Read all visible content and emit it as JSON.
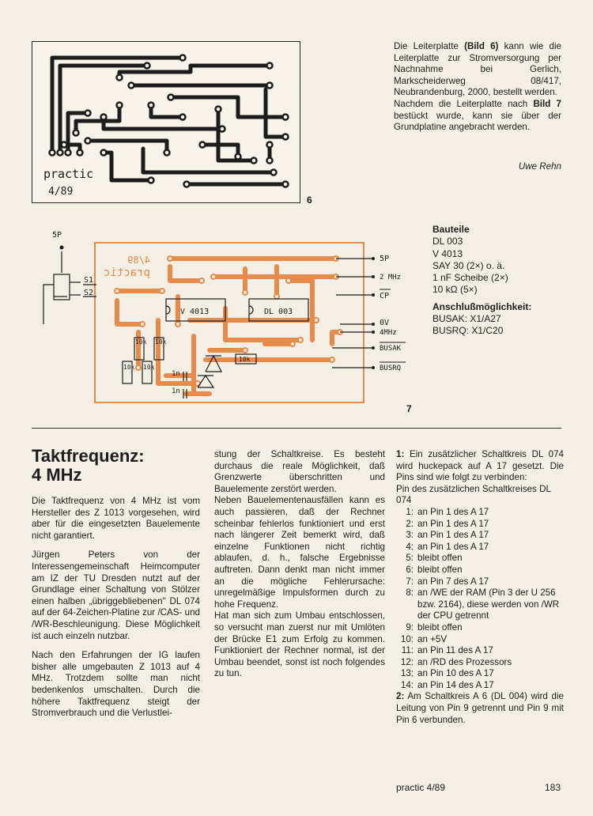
{
  "pcb_figure": {
    "label_line1": "practic",
    "label_line2": "4/89",
    "number": "6"
  },
  "intro": {
    "p1_a": "Die Leiterplatte ",
    "p1_bold": "(Bild 6)",
    "p1_b": " kann wie die Leiterplatte zur Stromversorgung per Nachnahme bei Gerlich, Markscheiderweg 08/417, Neubrandenburg, 2000, bestellt werden.",
    "p2_a": "Nachdem die Leiterplatte nach ",
    "p2_bold": "Bild 7",
    "p2_b": " bestückt wurde, kann sie über der Grundplatine angebracht werden.",
    "author": "Uwe Rehn"
  },
  "schematic": {
    "number": "7",
    "top_terminal": "5P",
    "switch1": "S1",
    "switch2": "S2",
    "mirror_label_1": "practic",
    "mirror_label_2": "4/89",
    "ic1": "V 4013",
    "ic2": "DL 003",
    "r1": "10k",
    "r2": "10k",
    "r3": "10k",
    "r4": "10k",
    "r5": "10k",
    "c1": "1n",
    "c2": "1n",
    "pins": [
      "5P",
      "2 MHz",
      "CP",
      "0V",
      "4MHz",
      "BUSAK",
      "BUSRQ"
    ]
  },
  "parts": {
    "heading": "Bauteile",
    "items": [
      "DL 003",
      "V 4013",
      "SAY 30 (2×) o. ä.",
      "1 nF Scheibe (2×)",
      "10 kΩ (5×)"
    ],
    "conn_heading": "Anschlußmöglichkeit:",
    "conn_items": [
      "BUSAK: X1/A27",
      "BUSRQ: X1/C20"
    ]
  },
  "article": {
    "title_line1": "Taktfrequenz:",
    "title_line2": "4 MHz",
    "col1": [
      "Die Taktfrequenz von 4 MHz ist vom Hersteller des Z 1013 vorgesehen, wird aber für die eingesetzten Bauelemente nicht garantiert.",
      "Jürgen Peters von der Interessengemeinschaft Heimcomputer am IZ der TU Dresden nutzt auf der Grundlage einer Schaltung von Stölzer einen halben „übriggebliebenen\" DL 074 auf der 64-Zeichen-Platine zur /CAS- und /WR-Beschleunigung. Diese Möglichkeit ist auch einzeln nutzbar.",
      "Nach den Erfahrungen der IG laufen bisher alle umgebauten Z 1013 auf 4 MHz. Trotzdem sollte man nicht bedenkenlos umschalten. Durch die höhere Taktfrequenz steigt der Stromverbrauch und die Verlustlei-"
    ],
    "col2": [
      "stung der Schaltkreise. Es besteht durchaus die reale Möglichkeit, daß Grenzwerte überschritten und Bauelemente zerstört werden.",
      "Neben Bauelementenausfällen kann es auch passieren, daß der Rechner scheinbar fehlerlos funktioniert und erst nach längerer Zeit bemerkt wird, daß einzelne Funktionen nicht richtig ablaufen, d. h., falsche Ergebnisse auftreten. Dann denkt man nicht immer an die mögliche Fehlerursache: unregelmäßige Impulsformen durch zu hohe Frequenz.",
      "Hat man sich zum Umbau entschlossen, so versucht man zuerst nur mit Umlöten der Brücke E1 zum Erfolg zu kommen. Funktioniert der Rechner normal, ist der Umbau beendet, sonst ist noch folgendes zu tun."
    ],
    "step1_num": "1:",
    "step1_text": " Ein zusätzlicher Schaltkreis DL 074 wird huckepack auf A 17 gesetzt. Die Pins sind wie folgt zu verbinden:",
    "pins_heading": "Pin des zusätzlichen Schaltkreises DL 074",
    "pins": [
      {
        "n": "1:",
        "t": "an Pin 1 des A 17"
      },
      {
        "n": "2:",
        "t": "an Pin 1 des A 17"
      },
      {
        "n": "3:",
        "t": "an Pin 1 des A 17"
      },
      {
        "n": "4:",
        "t": "an Pin 1 des A 17"
      },
      {
        "n": "5:",
        "t": "bleibt offen"
      },
      {
        "n": "6:",
        "t": "bleibt offen"
      },
      {
        "n": "7:",
        "t": "an Pin 7 des A 17"
      },
      {
        "n": "8:",
        "t": "an /WE der RAM (Pin 3 der U 256 bzw. 2164), diese werden von /WR der CPU getrennt"
      },
      {
        "n": "9:",
        "t": "bleibt offen"
      },
      {
        "n": "10:",
        "t": "an +5V"
      },
      {
        "n": "11:",
        "t": "an Pin 11 des A 17"
      },
      {
        "n": "12:",
        "t": "an /RD des Prozessors"
      },
      {
        "n": "13:",
        "t": "an Pin 10 des A 17"
      },
      {
        "n": "14:",
        "t": "an Pin 14 des A 17"
      }
    ],
    "step2_num": "2:",
    "step2_text": " Am Schaltkreis A 6 (DL 004) wird die Leitung von Pin 9 getrennt und Pin 9 mit Pin 6 verbunden."
  },
  "footer": {
    "magazine": "practic 4/89",
    "page": "183"
  },
  "colors": {
    "paper": "#f4efe4",
    "copper": "#e88a4a",
    "ink": "#1d1d1d"
  }
}
